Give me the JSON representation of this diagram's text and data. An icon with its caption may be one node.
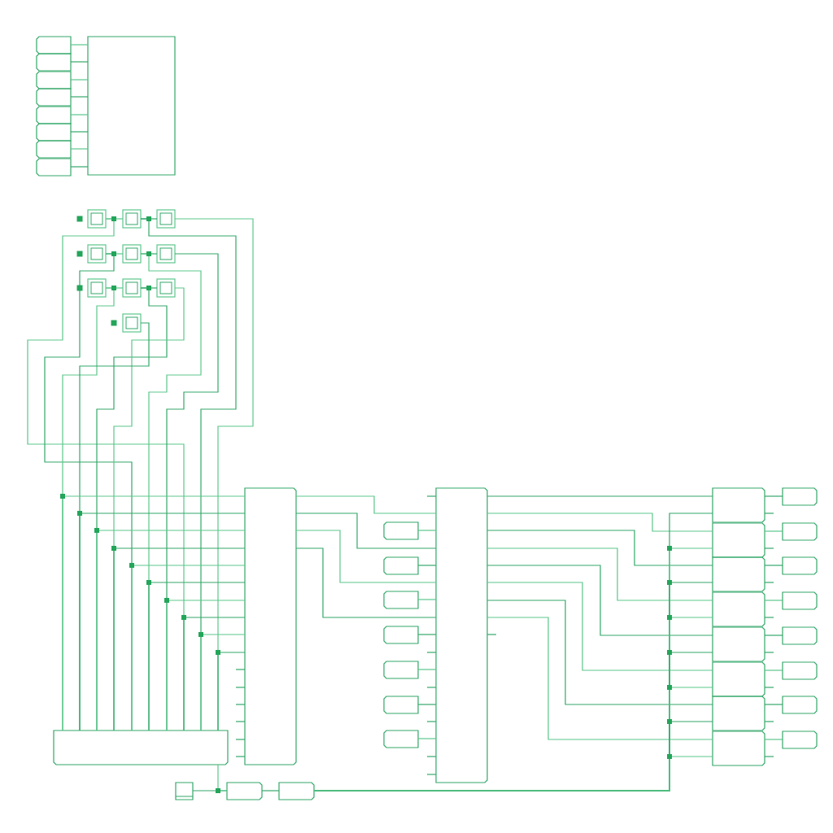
{
  "diagram": {
    "nodes": [
      {
        "text": [],
        "shape": "box"
      },
      {
        "text": [],
        "shape": "box"
      },
      {
        "text": [],
        "shape": "box"
      },
      {
        "text": [],
        "shape": "box"
      },
      {
        "text": [],
        "shape": "box"
      },
      {
        "text": [],
        "shape": "box"
      },
      {
        "text": [],
        "shape": "box"
      },
      {
        "text": [],
        "shape": "box"
      },
      {
        "text": [],
        "shape": "box"
      },
      {
        "text": [],
        "shape": "box"
      },
      {
        "text": [],
        "shape": "box"
      },
      {
        "text": [],
        "shape": "box"
      },
      {
        "text": [],
        "shape": "box"
      },
      {
        "text": [],
        "shape": "box"
      },
      {
        "text": [],
        "shape": "box"
      },
      {
        "text": [],
        "shape": "box"
      },
      {
        "text": [],
        "shape": "box"
      },
      {
        "text": [],
        "shape": "box"
      },
      {
        "text": [],
        "shape": "box"
      },
      {
        "text": [],
        "shape": "box"
      },
      {
        "text": [],
        "shape": "box"
      },
      {
        "text": [],
        "shape": "box"
      },
      {
        "text": [],
        "shape": "box"
      },
      {
        "text": [],
        "shape": "box"
      },
      {
        "text": [],
        "shape": "box"
      },
      {
        "text": [],
        "shape": "box"
      },
      {
        "text": [],
        "shape": "box"
      },
      {
        "text": [],
        "shape": "box"
      },
      {
        "text": [],
        "shape": "box"
      },
      {
        "text": [],
        "shape": "box"
      },
      {
        "text": [],
        "shape": "box"
      },
      {
        "text": [],
        "shape": "box"
      },
      {
        "text": [],
        "shape": "box"
      },
      {
        "text": [],
        "shape": "box"
      },
      {
        "text": [],
        "shape": "box"
      },
      {
        "text": [],
        "shape": "box"
      },
      {
        "text": [],
        "shape": "box"
      },
      {
        "text": [],
        "shape": "box"
      },
      {
        "text": [],
        "shape": "box"
      },
      {
        "text": [],
        "shape": "box"
      },
      {
        "text": [],
        "shape": "box"
      },
      {
        "text": [],
        "shape": "box"
      },
      {
        "text": [],
        "shape": "box"
      },
      {
        "text": [],
        "shape": "box"
      },
      {
        "text": [],
        "shape": "box"
      },
      {
        "text": [],
        "shape": "box"
      },
      {
        "text": [],
        "shape": "box"
      },
      {
        "text": [],
        "shape": "box"
      }
    ],
    "edges": [
      {
        "from": 0,
        "to": 8,
        "arrow": "none"
      },
      {
        "from": 1,
        "to": 8,
        "arrow": "none"
      },
      {
        "from": 2,
        "to": 8,
        "arrow": "none"
      },
      {
        "from": 3,
        "to": 8,
        "arrow": "none"
      },
      {
        "from": 4,
        "to": 8,
        "arrow": "none"
      },
      {
        "from": 5,
        "to": 8,
        "arrow": "none"
      },
      {
        "from": 6,
        "to": 8,
        "arrow": "none"
      },
      {
        "from": 7,
        "to": 8,
        "arrow": "none"
      },
      {
        "from": 9,
        "to": 10,
        "arrow": "none"
      },
      {
        "from": 10,
        "to": 11,
        "arrow": "none"
      },
      {
        "from": 12,
        "to": 13,
        "arrow": "none"
      },
      {
        "from": 13,
        "to": 14,
        "arrow": "none"
      },
      {
        "from": 15,
        "to": 16,
        "arrow": "none"
      },
      {
        "from": 16,
        "to": 17,
        "arrow": "none"
      },
      {
        "from": 9,
        "to": 19,
        "arrow": "none"
      },
      {
        "from": 10,
        "to": 19,
        "arrow": "none"
      },
      {
        "from": 11,
        "to": 19,
        "arrow": "none"
      },
      {
        "from": 12,
        "to": 19,
        "arrow": "none"
      },
      {
        "from": 13,
        "to": 19,
        "arrow": "none"
      },
      {
        "from": 14,
        "to": 19,
        "arrow": "none"
      },
      {
        "from": 15,
        "to": 19,
        "arrow": "none"
      },
      {
        "from": 16,
        "to": 19,
        "arrow": "none"
      },
      {
        "from": 17,
        "to": 19,
        "arrow": "none"
      },
      {
        "from": 18,
        "to": 19,
        "arrow": "none"
      },
      {
        "from": 19,
        "to": 20,
        "arrow": "none"
      },
      {
        "from": 19,
        "to": 20,
        "arrow": "none"
      },
      {
        "from": 19,
        "to": 20,
        "arrow": "none"
      },
      {
        "from": 19,
        "to": 20,
        "arrow": "none"
      },
      {
        "from": 19,
        "to": 20,
        "arrow": "none"
      },
      {
        "from": 19,
        "to": 20,
        "arrow": "none"
      },
      {
        "from": 19,
        "to": 20,
        "arrow": "none"
      },
      {
        "from": 19,
        "to": 20,
        "arrow": "none"
      },
      {
        "from": 19,
        "to": 20,
        "arrow": "none"
      },
      {
        "from": 19,
        "to": 20,
        "arrow": "none"
      },
      {
        "from": 20,
        "to": 28,
        "arrow": "none"
      },
      {
        "from": 20,
        "to": 28,
        "arrow": "none"
      },
      {
        "from": 20,
        "to": 28,
        "arrow": "none"
      },
      {
        "from": 20,
        "to": 28,
        "arrow": "none"
      },
      {
        "from": 21,
        "to": 28,
        "arrow": "none"
      },
      {
        "from": 22,
        "to": 28,
        "arrow": "none"
      },
      {
        "from": 23,
        "to": 28,
        "arrow": "none"
      },
      {
        "from": 24,
        "to": 28,
        "arrow": "none"
      },
      {
        "from": 25,
        "to": 28,
        "arrow": "none"
      },
      {
        "from": 26,
        "to": 28,
        "arrow": "none"
      },
      {
        "from": 27,
        "to": 28,
        "arrow": "none"
      },
      {
        "from": 28,
        "to": 29,
        "arrow": "none"
      },
      {
        "from": 28,
        "to": 30,
        "arrow": "none"
      },
      {
        "from": 28,
        "to": 31,
        "arrow": "none"
      },
      {
        "from": 28,
        "to": 32,
        "arrow": "none"
      },
      {
        "from": 28,
        "to": 33,
        "arrow": "none"
      },
      {
        "from": 28,
        "to": 34,
        "arrow": "none"
      },
      {
        "from": 28,
        "to": 35,
        "arrow": "none"
      },
      {
        "from": 28,
        "to": 36,
        "arrow": "none"
      },
      {
        "from": 47,
        "to": 29,
        "arrow": "none"
      },
      {
        "from": 47,
        "to": 30,
        "arrow": "none"
      },
      {
        "from": 47,
        "to": 31,
        "arrow": "none"
      },
      {
        "from": 47,
        "to": 32,
        "arrow": "none"
      },
      {
        "from": 47,
        "to": 33,
        "arrow": "none"
      },
      {
        "from": 47,
        "to": 34,
        "arrow": "none"
      },
      {
        "from": 47,
        "to": 35,
        "arrow": "none"
      },
      {
        "from": 47,
        "to": 36,
        "arrow": "none"
      },
      {
        "from": 29,
        "to": 37,
        "arrow": "none"
      },
      {
        "from": 30,
        "to": 38,
        "arrow": "none"
      },
      {
        "from": 31,
        "to": 39,
        "arrow": "none"
      },
      {
        "from": 32,
        "to": 40,
        "arrow": "none"
      },
      {
        "from": 33,
        "to": 41,
        "arrow": "none"
      },
      {
        "from": 34,
        "to": 42,
        "arrow": "none"
      },
      {
        "from": 35,
        "to": 43,
        "arrow": "none"
      },
      {
        "from": 36,
        "to": 44,
        "arrow": "none"
      },
      {
        "from": 45,
        "to": 46,
        "arrow": "none"
      },
      {
        "from": 19,
        "to": 46,
        "arrow": "none"
      },
      {
        "from": 46,
        "to": 47,
        "arrow": "none"
      }
    ]
  }
}
